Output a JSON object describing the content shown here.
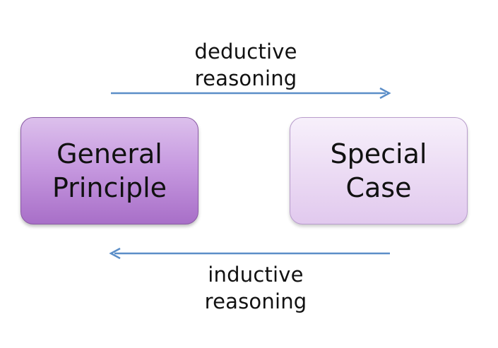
{
  "diagram": {
    "top_label": [
      "deductive",
      "reasoning"
    ],
    "bottom_label": [
      "inductive",
      "reasoning"
    ],
    "left_box": [
      "General",
      "Principle"
    ],
    "right_box": [
      "Special",
      "Case"
    ],
    "arrow_color": "#5b8ec8",
    "left_box_color": "#c79ae0",
    "right_box_color": "#ecdcf4"
  }
}
